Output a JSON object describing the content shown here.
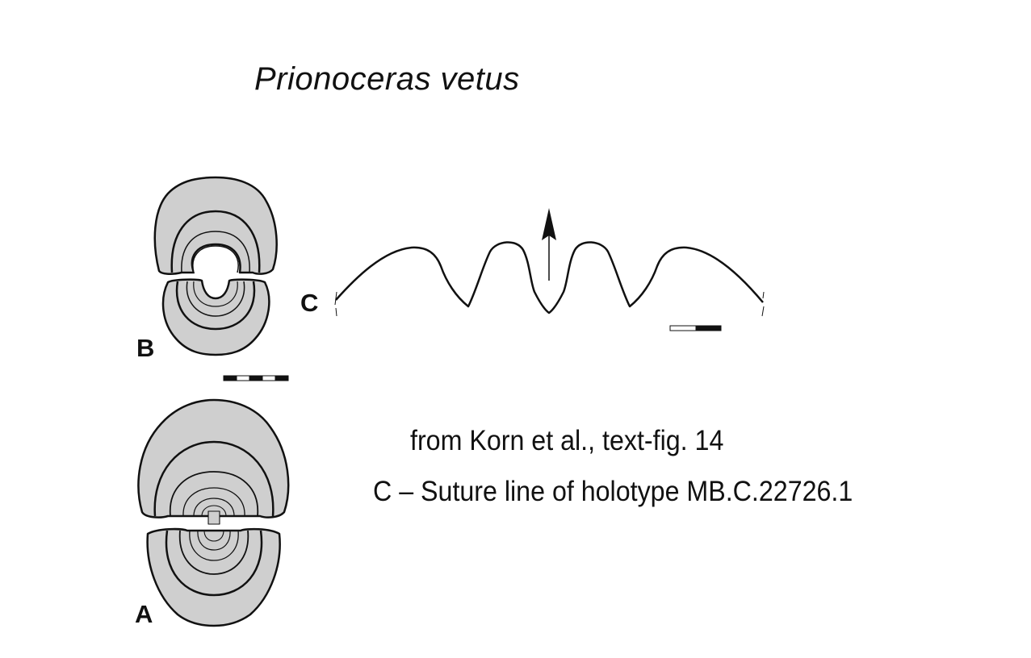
{
  "title": "Prionoceras vetus",
  "labels": {
    "a": "A",
    "b": "B",
    "c": "C"
  },
  "caption": {
    "source": "from Korn et al., text-fig. 14",
    "description": "C – Suture line of holotype MB.C.22726.1"
  },
  "colors": {
    "shell_fill": "#cfcfcf",
    "line": "#111111"
  }
}
